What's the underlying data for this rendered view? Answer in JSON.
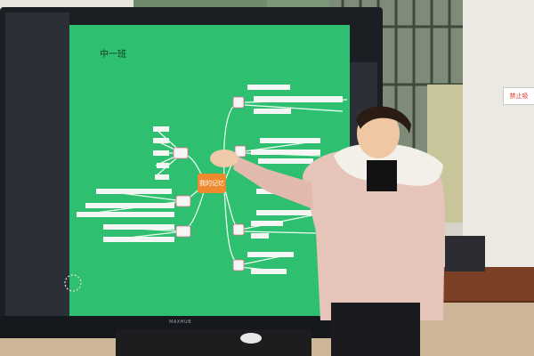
{
  "screen": {
    "class_label": "中一班",
    "central_topic": "我的记忆",
    "brand": "MAXHUB"
  },
  "sign": {
    "text": "禁止吸"
  },
  "colors": {
    "screen_green": "#2fbf71",
    "bezel": "#1b1f24",
    "jacket": "#e7c4ba",
    "fur": "#f3efe9",
    "node_fill": "#f6f7f5",
    "center_node": "#f08a2e",
    "accent_node": "#f0a0b0"
  }
}
